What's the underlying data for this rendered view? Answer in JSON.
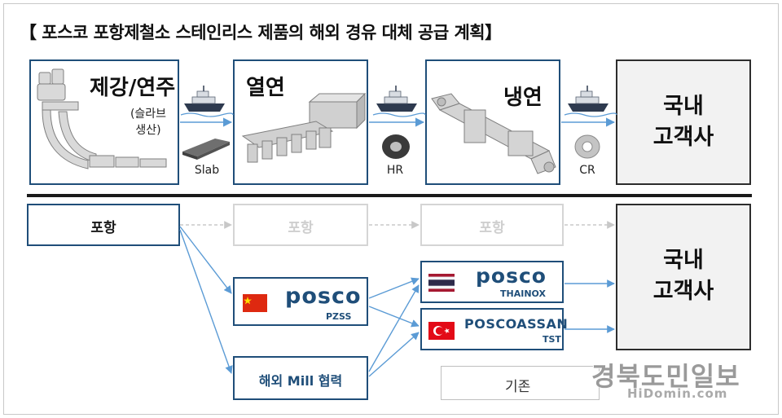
{
  "title": "【 포스코 포항제철소 스테인리스 제품의 해외 경유 대체 공급 계획】",
  "top_flow": {
    "steelmaking": {
      "label": "제강/연주",
      "sub_line1": "(슬라브",
      "sub_line2": "생산)"
    },
    "hot_rolling": {
      "label": "열연"
    },
    "cold_rolling": {
      "label": "냉연"
    },
    "customer": {
      "line1": "국내",
      "line2": "고객사"
    },
    "products": {
      "slab": "Slab",
      "hr": "HR",
      "cr": "CR"
    }
  },
  "bottom_flow": {
    "pohang_origin": "포항",
    "pohang_faded_1": "포항",
    "pohang_faded_2": "포항",
    "pzss": {
      "brand": "posco",
      "sub": "PZSS"
    },
    "thainox": {
      "brand": "posco",
      "sub": "THAINOX"
    },
    "assan": {
      "brand": "POSCOASSAN",
      "sub": "TST"
    },
    "overseas_mill": "해외 Mill 협력",
    "customer": {
      "line1": "국내",
      "line2": "고객사"
    }
  },
  "legend": {
    "label": "기존"
  },
  "watermark": {
    "main": "경북도민일보",
    "sub": "HiDomin.com"
  },
  "colors": {
    "flow_blue": "#5b9bd5",
    "box_border": "#1f4e79",
    "faded_gray": "#d5d5d5",
    "china_red": "#de2910",
    "turkey_red": "#e30a17"
  }
}
